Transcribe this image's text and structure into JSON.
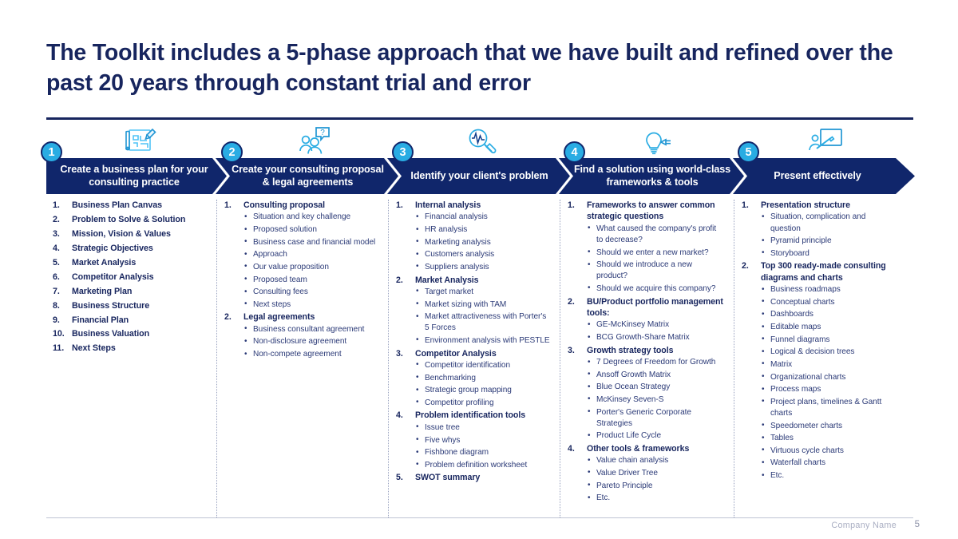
{
  "slide": {
    "title": "The Toolkit includes a 5-phase approach that we have built and refined over the past 20 years through constant trial and error",
    "footer": {
      "company": "Company Name",
      "page_number": "5"
    },
    "colors": {
      "navy": "#10266b",
      "title_navy": "#17255e",
      "cyan": "#29ace3",
      "body_blue": "#2b3a77",
      "divider": "#9aa3c0"
    }
  },
  "phases": [
    {
      "number": "1",
      "label": "Create a business plan for your consulting practice",
      "icon": "blueprint-pencil-icon",
      "content": [
        {
          "num": "1.",
          "text": "Business Plan Canvas",
          "sub": []
        },
        {
          "num": "2.",
          "text": "Problem to Solve & Solution",
          "sub": []
        },
        {
          "num": "3.",
          "text": "Mission, Vision & Values",
          "sub": []
        },
        {
          "num": "4.",
          "text": "Strategic Objectives",
          "sub": []
        },
        {
          "num": "5.",
          "text": "Market Analysis",
          "sub": []
        },
        {
          "num": "6.",
          "text": "Competitor Analysis",
          "sub": []
        },
        {
          "num": "7.",
          "text": "Marketing Plan",
          "sub": []
        },
        {
          "num": "8.",
          "text": "Business Structure",
          "sub": []
        },
        {
          "num": "9.",
          "text": "Financial Plan",
          "sub": []
        },
        {
          "num": "10.",
          "text": "Business Valuation",
          "sub": []
        },
        {
          "num": "11.",
          "text": "Next Steps",
          "sub": []
        }
      ]
    },
    {
      "number": "2",
      "label": "Create your consulting proposal & legal agreements",
      "icon": "people-question-icon",
      "content": [
        {
          "num": "1.",
          "text": "Consulting proposal",
          "sub": [
            "Situation and key challenge",
            "Proposed solution",
            "Business case and financial model",
            "Approach",
            "Our value proposition",
            "Proposed team",
            "Consulting fees",
            "Next steps"
          ]
        },
        {
          "num": "2.",
          "text": "Legal agreements",
          "sub": [
            "Business consultant agreement",
            "Non-disclosure agreement",
            "Non-compete agreement"
          ]
        }
      ]
    },
    {
      "number": "3",
      "label": "Identify your client's problem",
      "icon": "magnifier-pulse-icon",
      "content": [
        {
          "num": "1.",
          "text": "Internal analysis",
          "sub": [
            "Financial analysis",
            "HR analysis",
            "Marketing analysis",
            "Customers analysis",
            "Suppliers analysis"
          ]
        },
        {
          "num": "2.",
          "text": "Market Analysis",
          "sub": [
            "Target market",
            "Market sizing with TAM",
            "Market attractiveness with Porter's 5 Forces",
            "Environment analysis with PESTLE"
          ]
        },
        {
          "num": "3.",
          "text": "Competitor Analysis",
          "sub": [
            "Competitor identification",
            "Benchmarking",
            "Strategic group mapping",
            "Competitor profiling"
          ]
        },
        {
          "num": "4.",
          "text": "Problem identification tools",
          "sub": [
            "Issue tree",
            "Five whys",
            "Fishbone diagram",
            "Problem definition worksheet"
          ]
        },
        {
          "num": "5.",
          "text": "SWOT summary",
          "sub": []
        }
      ]
    },
    {
      "number": "4",
      "label": "Find a solution using world-class frameworks & tools",
      "icon": "lightbulb-plug-icon",
      "content": [
        {
          "num": "1.",
          "text": "Frameworks to answer common strategic questions",
          "sub": [
            "What caused the company's profit to decrease?",
            "Should we enter a new market?",
            "Should we introduce a new product?",
            "Should we acquire this company?"
          ]
        },
        {
          "num": "2.",
          "text": "BU/Product portfolio management tools:",
          "sub": [
            "GE-McKinsey Matrix",
            "BCG Growth-Share Matrix"
          ]
        },
        {
          "num": "3.",
          "text": "Growth strategy tools",
          "sub": [
            "7 Degrees of Freedom for Growth",
            "Ansoff Growth Matrix",
            "Blue Ocean Strategy",
            "McKinsey Seven-S",
            "Porter's Generic Corporate Strategies",
            "Product Life Cycle"
          ]
        },
        {
          "num": "4.",
          "text": "Other tools & frameworks",
          "sub": [
            "Value chain analysis",
            "Value Driver Tree",
            "Pareto Principle",
            "Etc."
          ]
        }
      ]
    },
    {
      "number": "5",
      "label": "Present effectively",
      "icon": "presenter-board-icon",
      "content": [
        {
          "num": "1.",
          "text": "Presentation structure",
          "sub": [
            "Situation, complication and question",
            "Pyramid principle",
            "Storyboard"
          ]
        },
        {
          "num": "2.",
          "text": "Top 300 ready-made consulting diagrams and charts",
          "sub": [
            "Business roadmaps",
            "Conceptual charts",
            "Dashboards",
            "Editable maps",
            "Funnel diagrams",
            "Logical & decision trees",
            "Matrix",
            "Organizational charts",
            "Process maps",
            "Project plans, timelines & Gantt charts",
            "Speedometer charts",
            "Tables",
            "Virtuous cycle charts",
            "Waterfall charts",
            "Etc."
          ]
        }
      ]
    }
  ]
}
